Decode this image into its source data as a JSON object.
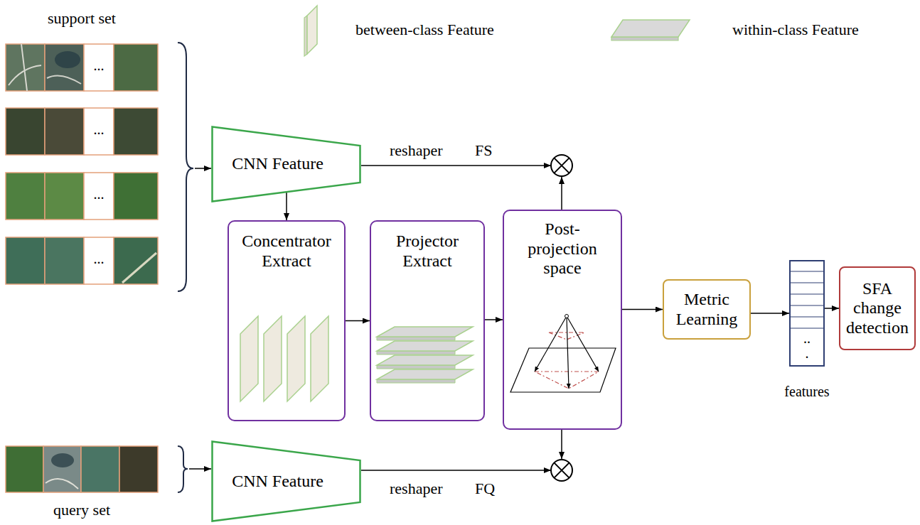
{
  "diagram": {
    "nodes": [
      {
        "text": [
          "CNN Feature"
        ]
      },
      {
        "text": [
          "Concentrator Extract"
        ]
      },
      {
        "text": [
          "Projector Extract"
        ]
      },
      {
        "text": [
          "Post-projection space"
        ]
      },
      {
        "text": [
          "Metric Learning"
        ]
      },
      {
        "text": [
          "..",
          ".",
          "features"
        ]
      },
      {
        "text": [
          "SFA change detection"
        ]
      },
      {
        "text": [
          "CNN Feature"
        ]
      }
    ],
    "edges": [
      {
        "from": 0,
        "to": 1,
        "arrow": "to"
      },
      {
        "from": 1,
        "to": 2,
        "arrow": "to"
      },
      {
        "from": 2,
        "to": 3,
        "arrow": "to"
      },
      {
        "from": 3,
        "to": 4,
        "arrow": "to"
      },
      {
        "from": 4,
        "to": 5,
        "arrow": "to"
      },
      {
        "from": 5,
        "to": 6,
        "arrow": "to"
      }
    ],
    "labels": [
      "support set",
      "...",
      "...",
      "...",
      "...",
      "reshaper",
      "FS",
      "reshaper",
      "FQ",
      "query set"
    ],
    "legend": [
      {
        "text": "between-class Feature"
      },
      {
        "text": "within-class Feature"
      }
    ]
  }
}
